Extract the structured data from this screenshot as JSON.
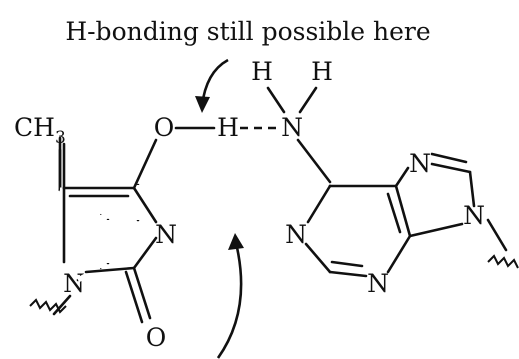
{
  "caption": "H-bonding still possible here",
  "atoms": {
    "ch3_c": "CH",
    "ch3_sub": "3",
    "o_enol": "O",
    "h_enol": "H",
    "n_amine": "N",
    "h_amine_left": "H",
    "h_amine_right": "H",
    "n3_pyr": "N",
    "n1_pyr": "N",
    "o_carbonyl": "O",
    "n1_pur": "N",
    "n3_pur": "N",
    "n7_pur": "N",
    "n9_pur": "N"
  },
  "colors": {
    "ink": "#111111",
    "background": "#ffffff"
  }
}
